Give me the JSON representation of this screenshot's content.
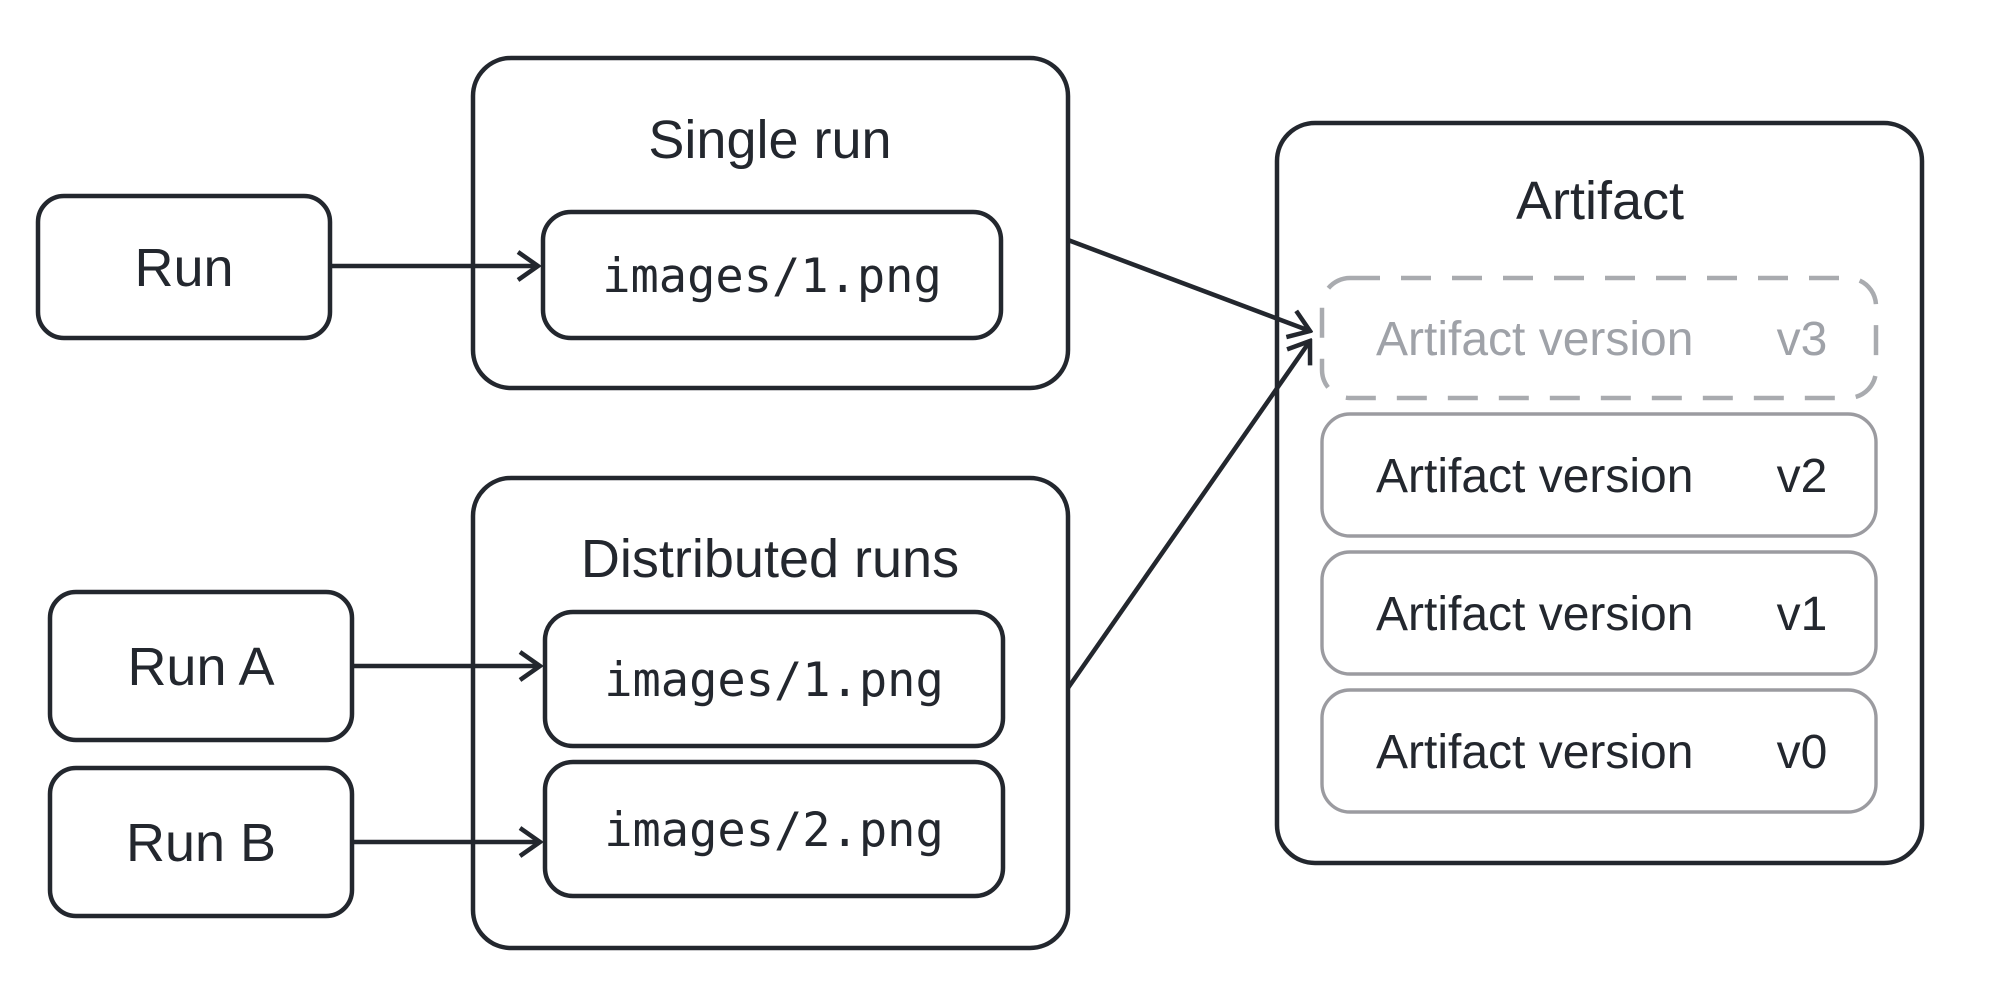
{
  "diagram": {
    "background": "#ffffff",
    "colors": {
      "ink": "#23272e",
      "gray_border": "#9b9ba0",
      "dashed_border": "#a9abaf",
      "muted_text": "#9fa2a8"
    },
    "nodes": {
      "run": "Run",
      "run_a": "Run A",
      "run_b": "Run B"
    },
    "single_run": {
      "title": "Single run",
      "file": "images/1.png"
    },
    "distributed_runs": {
      "title": "Distributed runs",
      "files": [
        "images/1.png",
        "images/2.png"
      ]
    },
    "artifact": {
      "title": "Artifact",
      "versions": [
        {
          "label": "Artifact version",
          "value": "v3",
          "dashed": true
        },
        {
          "label": "Artifact version",
          "value": "v2",
          "dashed": false
        },
        {
          "label": "Artifact version",
          "value": "v1",
          "dashed": false
        },
        {
          "label": "Artifact version",
          "value": "v0",
          "dashed": false
        }
      ]
    }
  }
}
